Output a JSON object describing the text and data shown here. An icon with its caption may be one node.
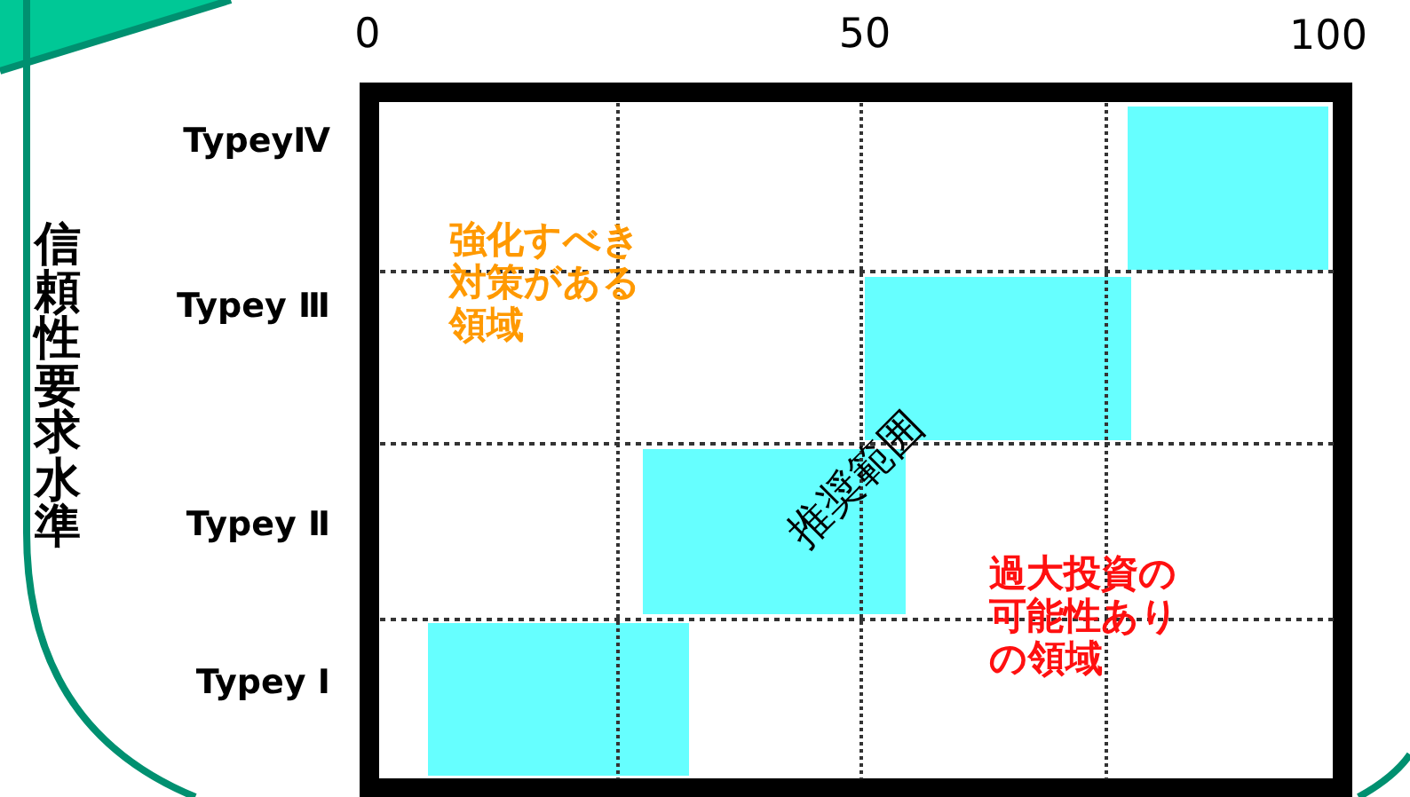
{
  "diagram": {
    "nodes": [
      {
        "text": [],
        "shape": "box"
      },
      {
        "text": [],
        "shape": "box"
      },
      {
        "text": [],
        "shape": "box"
      },
      {
        "text": [],
        "shape": "box"
      }
    ],
    "labels": [
      "0",
      "50",
      "100",
      "TypeyⅣ",
      "強化すべき対策がある領域",
      "Typey Ⅲ",
      "信頼性要求水準",
      "推奨範囲",
      "Typey Ⅱ",
      "過大投資の可能性ありの領域",
      "Typey Ⅰ"
    ]
  }
}
